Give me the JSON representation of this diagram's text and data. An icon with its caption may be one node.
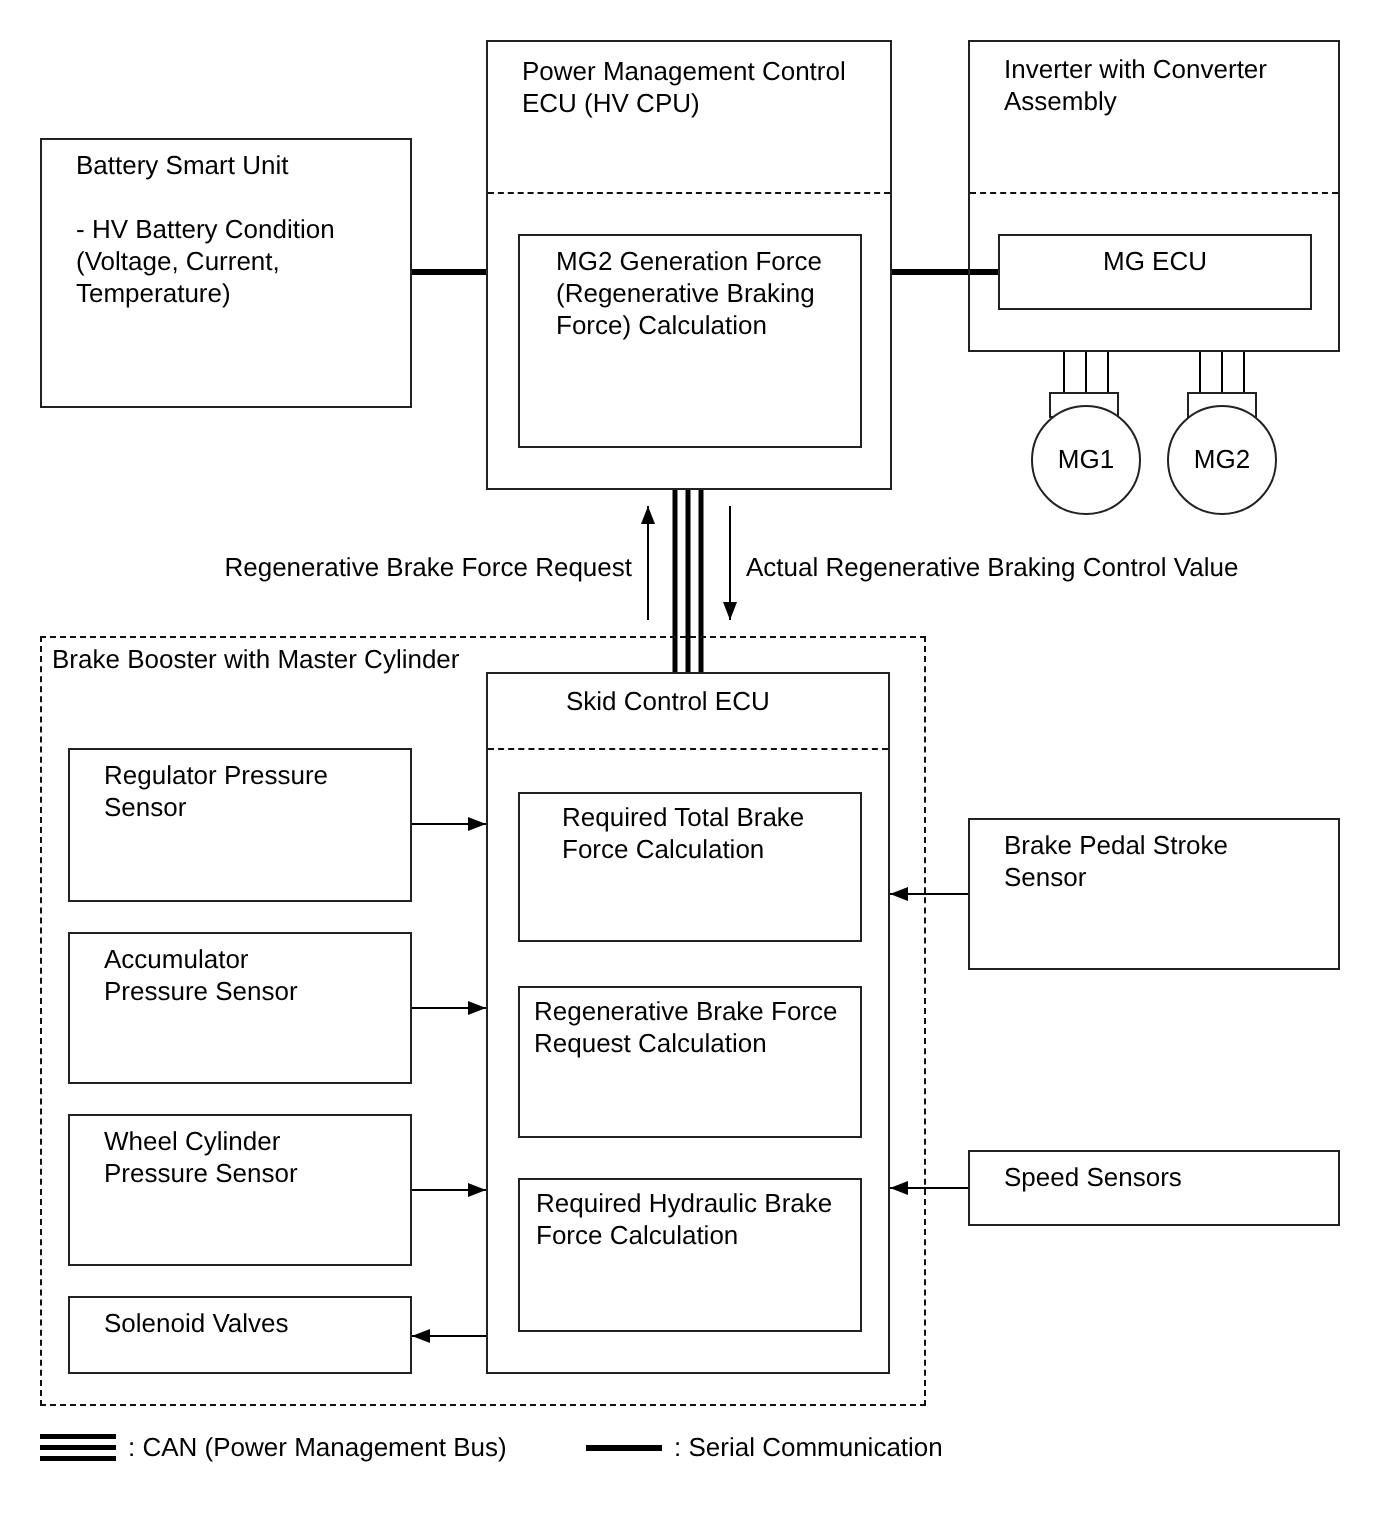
{
  "diagram": {
    "nodes": [
      {
        "text": [
          "Battery Smart Unit",
          "- HV Battery Condition (Voltage, Current, Temperature)"
        ]
      },
      {
        "text": [
          "Power Management Control ECU (HV CPU)"
        ]
      },
      {
        "text": [
          "MG2 Generation Force (Regenerative Braking Force) Calculation"
        ],
        "in": 1
      },
      {
        "text": [
          "Inverter with Converter Assembly"
        ]
      },
      {
        "text": [
          "MG ECU"
        ],
        "in": 3
      },
      {
        "text": [
          "MG1"
        ]
      },
      {
        "text": [
          "MG2"
        ]
      },
      {
        "text": [
          "Brake Booster with Master Cylinder"
        ]
      },
      {
        "text": [
          "Skid Control ECU"
        ],
        "in": 7
      },
      {
        "text": [
          "Required Total Brake Force Calculation"
        ],
        "in": 8
      },
      {
        "text": [
          "Regenerative Brake Force Request Calculation"
        ],
        "in": 8
      },
      {
        "text": [
          "Required Hydraulic Brake Force Calculation"
        ],
        "in": 8
      },
      {
        "text": [
          "Regulator Pressure Sensor"
        ],
        "in": 7
      },
      {
        "text": [
          "Accumulator Pressure Sensor"
        ],
        "in": 7
      },
      {
        "text": [
          "Wheel Cylinder Pressure Sensor"
        ],
        "in": 7
      },
      {
        "text": [
          "Solenoid Valves"
        ],
        "in": 7
      },
      {
        "text": [
          "Brake Pedal Stroke Sensor"
        ]
      },
      {
        "text": [
          "Speed Sensors"
        ]
      }
    ],
    "edges": [
      {
        "from": 0,
        "to": 1,
        "arrow": "none",
        "style": "thick"
      },
      {
        "from": 1,
        "to": 4,
        "arrow": "none",
        "style": "thick"
      },
      {
        "from": 3,
        "to": 5,
        "arrow": "none"
      },
      {
        "from": 3,
        "to": 6,
        "arrow": "none"
      },
      {
        "from": 1,
        "to": 8,
        "arrow": "none",
        "style": "thick"
      },
      {
        "from": 12,
        "to": 8,
        "arrow": "to"
      },
      {
        "from": 13,
        "to": 8,
        "arrow": "to"
      },
      {
        "from": 14,
        "to": 8,
        "arrow": "to"
      },
      {
        "from": 8,
        "to": 15,
        "arrow": "to"
      },
      {
        "from": 16,
        "to": 8,
        "arrow": "to"
      },
      {
        "from": 17,
        "to": 8,
        "arrow": "to"
      }
    ],
    "labels": [
      "Regenerative Brake Force Request",
      "Actual Regenerative Braking Control Value"
    ],
    "legend": [
      {
        "text": ": CAN (Power Management Bus)"
      },
      {
        "text": ": Serial Communication"
      }
    ]
  }
}
